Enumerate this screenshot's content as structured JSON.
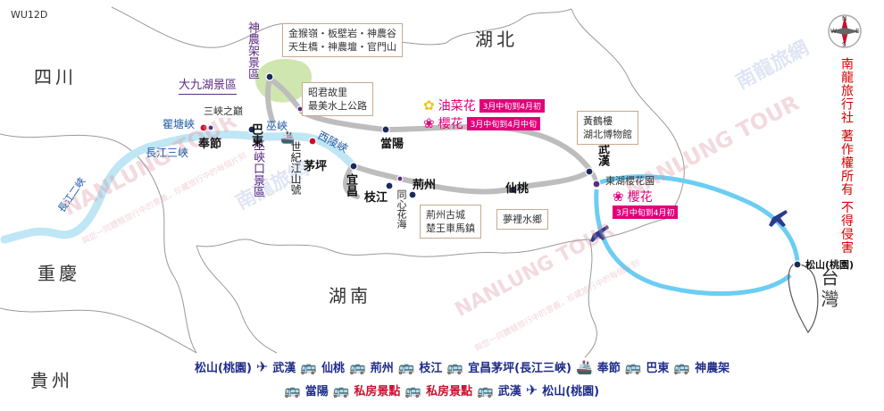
{
  "map_code": "WU12D",
  "provinces": {
    "sichuan": "四川",
    "hubei": "湖北",
    "hunan": "湖南",
    "chongqing": "重慶",
    "guizhou": "貴州",
    "taiwan": "台灣"
  },
  "cities": {
    "fengjie": "奉節",
    "badong": "巴東",
    "maoping": "茅坪",
    "yichang": "宜昌",
    "zhijiang": "枝江",
    "jingzhou": "荊州",
    "dangyang": "當陽",
    "xiantao": "仙桃",
    "wuhan": "武漢",
    "songshan": "松山(桃園)"
  },
  "scenic_areas": {
    "shennongjia": "神農架景區",
    "dajiuhu": "大九湖景區",
    "wuxia_kou": "巫峽口景區",
    "qutang": "瞿塘峽",
    "wuxia": "巫峽",
    "xiling": "西陵峽",
    "changjiang_sanxia": "長江三峽",
    "changjiang_erxia": "長江二峽",
    "ship": "世紀江山號",
    "tongxin": "同心花海"
  },
  "attraction_boxes": {
    "shennongjia": [
      "金猴嶺・板壁岩・神農谷",
      "天生橋・神農壇・官門山"
    ],
    "zhaojun": [
      "昭君故里",
      "最美水上公路"
    ],
    "sanxia_zhidian": "三峽之巔",
    "jingzhou": [
      "荊州古城",
      "楚王車馬鎮"
    ],
    "xiantao": "夢裡水鄉",
    "wuhan": [
      "黃鶴樓",
      "湖北博物館"
    ],
    "donghu": "東湖櫻花園"
  },
  "flowers": {
    "rapeseed": {
      "name": "油菜花",
      "period": "3月中旬到4月初"
    },
    "cherry": {
      "name": "櫻花",
      "period": "3月中旬到4月中旬"
    },
    "cherry_wuhan": {
      "name": "櫻花",
      "period": "3月中旬到4月初"
    }
  },
  "copyright": "南龍旅行社 著作權所有 不得侵害",
  "watermark": {
    "brand_en": "NANLUNG TOUR",
    "brand_zh": "南龍旅網",
    "slogan": "與您一同體驗旅行中的意義，珍藏旅行中的每個片刻"
  },
  "compass": {
    "n": "N",
    "s": "S",
    "e": "E",
    "w": "W"
  },
  "itinerary": {
    "row1": [
      {
        "t": "place",
        "v": "松山(桃園)"
      },
      {
        "t": "plane"
      },
      {
        "t": "place",
        "v": "武漢"
      },
      {
        "t": "bus"
      },
      {
        "t": "place",
        "v": "仙桃"
      },
      {
        "t": "bus"
      },
      {
        "t": "place",
        "v": "荊州"
      },
      {
        "t": "bus"
      },
      {
        "t": "place",
        "v": "枝江"
      },
      {
        "t": "bus"
      },
      {
        "t": "place",
        "v": "宜昌茅坪(長江三峽)"
      },
      {
        "t": "ship"
      },
      {
        "t": "place",
        "v": "奉節"
      },
      {
        "t": "bus"
      },
      {
        "t": "place",
        "v": "巴東"
      },
      {
        "t": "bus"
      },
      {
        "t": "place",
        "v": "神農架"
      }
    ],
    "row2": [
      {
        "t": "bus"
      },
      {
        "t": "place",
        "v": "當陽"
      },
      {
        "t": "bus"
      },
      {
        "t": "place",
        "v": "私房景點",
        "red": true
      },
      {
        "t": "bus"
      },
      {
        "t": "place",
        "v": "私房景點",
        "red": true
      },
      {
        "t": "bus"
      },
      {
        "t": "place",
        "v": "武漢"
      },
      {
        "t": "plane"
      },
      {
        "t": "place",
        "v": "松山(桃園)"
      }
    ]
  },
  "colors": {
    "route_gray": "#bdbdbd",
    "river": "#bfe6f5",
    "flight": "#6ccdf3",
    "accent_pink": "#e2007a",
    "scenic_purple": "#5b2c83",
    "route_navy": "#1f2d8a",
    "copyright_red": "#d40000",
    "shennongjia_green": "#cfe6b0"
  },
  "icons": [
    "airplane-icon",
    "bus-icon",
    "cruise-ship-icon",
    "rapeseed-flower-icon",
    "cherry-blossom-icon",
    "compass-icon"
  ]
}
